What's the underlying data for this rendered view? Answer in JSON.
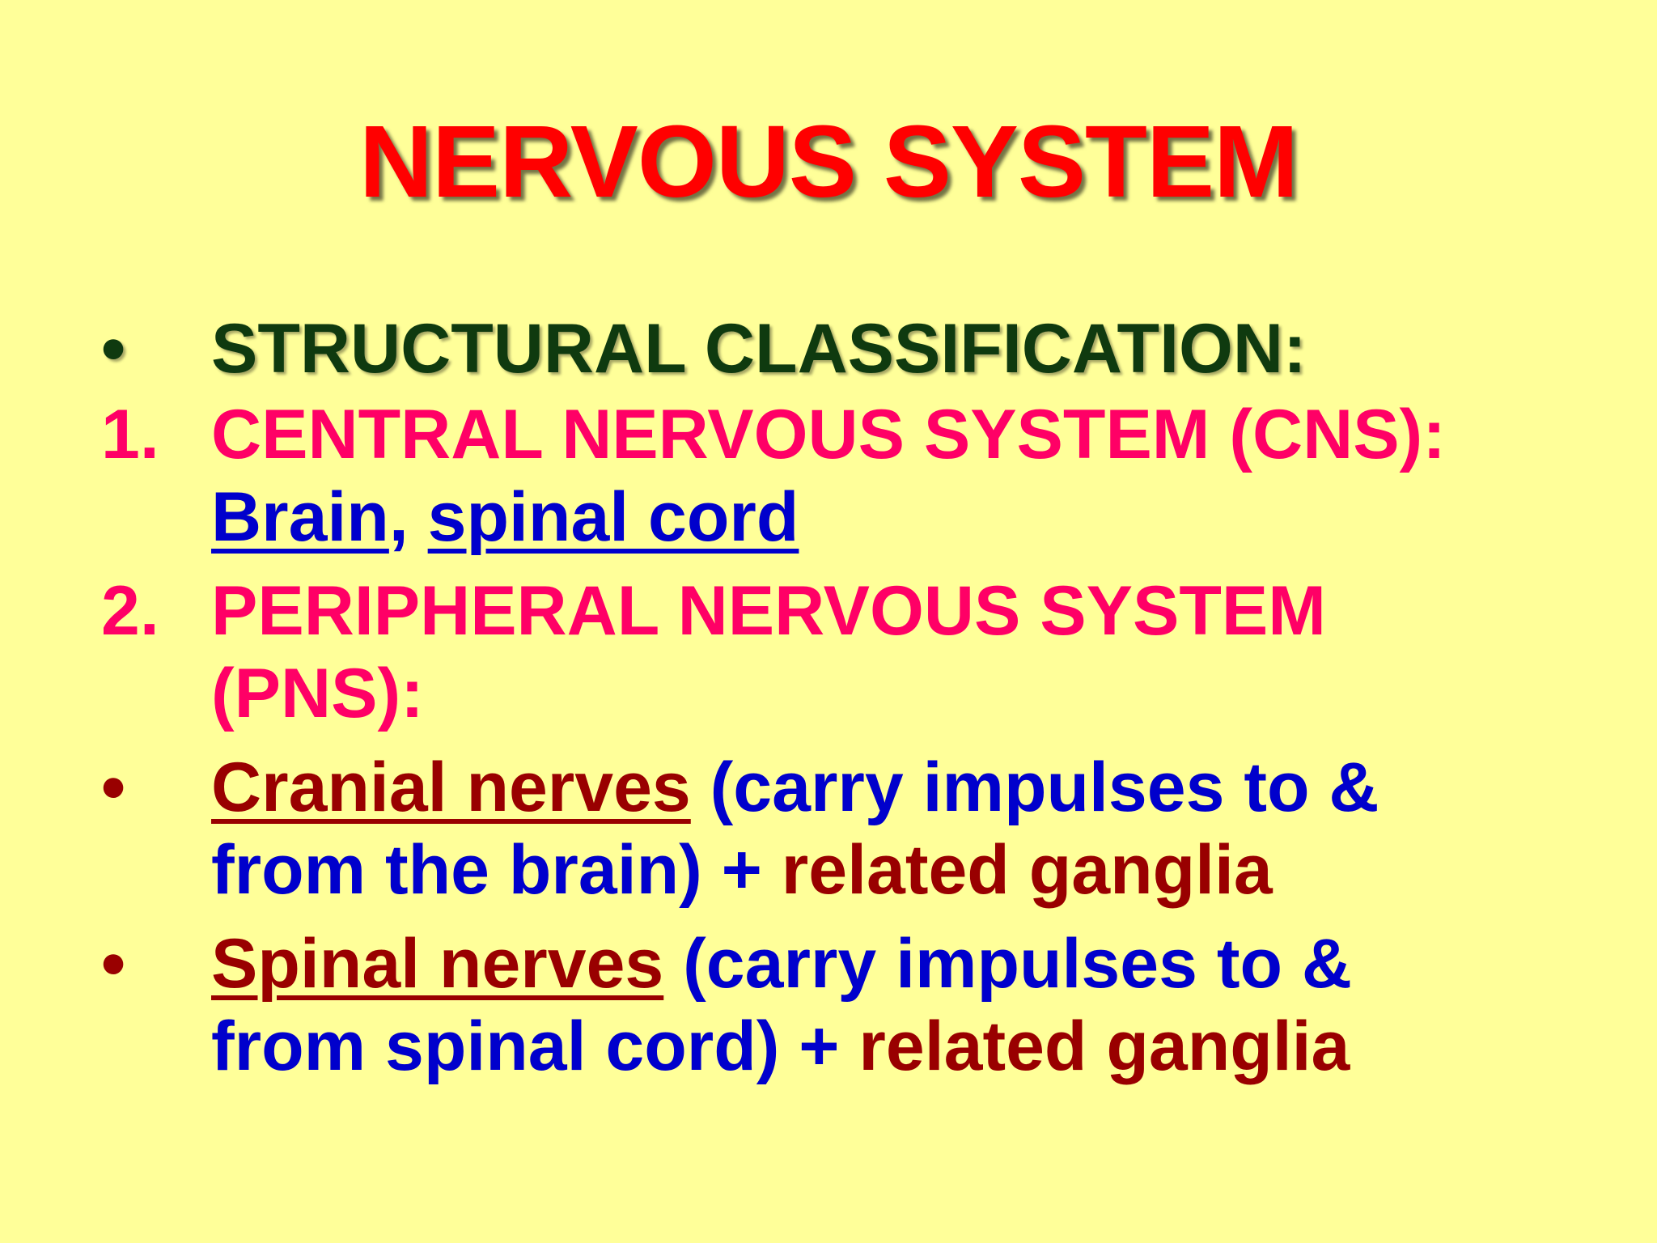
{
  "slide": {
    "title": "NERVOUS SYSTEM",
    "bullet_char": "•",
    "heading": "STRUCTURAL CLASSIFICATION:",
    "item1": {
      "number": "1.",
      "label": "CENTRAL NERVOUS SYSTEM (CNS):",
      "part1": "Brain",
      "separator": ",",
      "part2": "spinal cord"
    },
    "item2": {
      "number": "2.",
      "label_line1": "PERIPHERAL NERVOUS SYSTEM",
      "label_line2": "(PNS):"
    },
    "cranial": {
      "term": "Cranial nerves",
      "desc_line1": " (carry impulses to &",
      "desc_line2": "from the brain) + ",
      "related": "related ganglia"
    },
    "spinal": {
      "term": "Spinal nerves",
      "desc_line1": " (carry impulses to &",
      "desc_line2": "from spinal cord) + ",
      "related": "related ganglia"
    },
    "colors": {
      "background": "#FFFF99",
      "title": "#FF0000",
      "heading": "#0F3A0F",
      "section": "#FF0066",
      "blue_text": "#0000CC",
      "maroon_text": "#990000"
    }
  }
}
